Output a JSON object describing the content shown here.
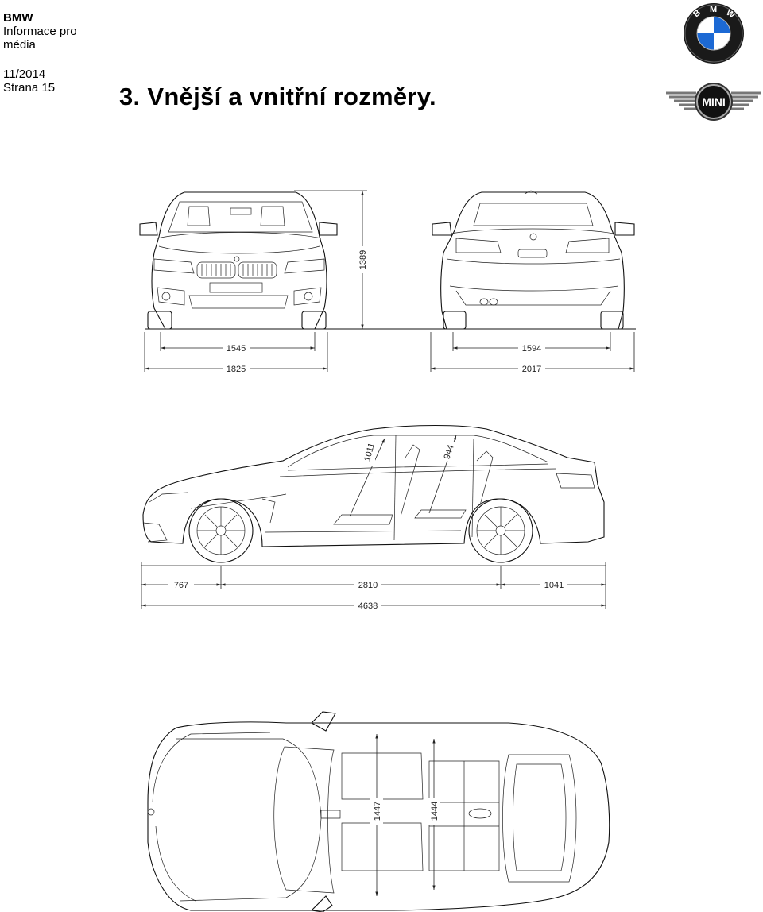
{
  "header": {
    "brand": "BMW",
    "subtitle_line1": "Informace pro",
    "subtitle_line2": "média",
    "date": "11/2014",
    "page": "Strana 15"
  },
  "title": "3.   Vnější a vnitřní rozměry.",
  "logos": {
    "bmw_letters": [
      "B",
      "M",
      "W"
    ],
    "mini_text": "MINI",
    "bmw_blue": "#1c69d4"
  },
  "dimensions": {
    "front_height": "1389",
    "front_track": "1545",
    "front_width": "1825",
    "rear_track": "1594",
    "rear_width": "2017",
    "front_overhang": "767",
    "wheelbase": "2810",
    "rear_overhang": "1041",
    "length": "4638",
    "front_headroom": "1011",
    "rear_headroom": "944",
    "front_shoulder": "1447",
    "rear_shoulder": "1444"
  }
}
